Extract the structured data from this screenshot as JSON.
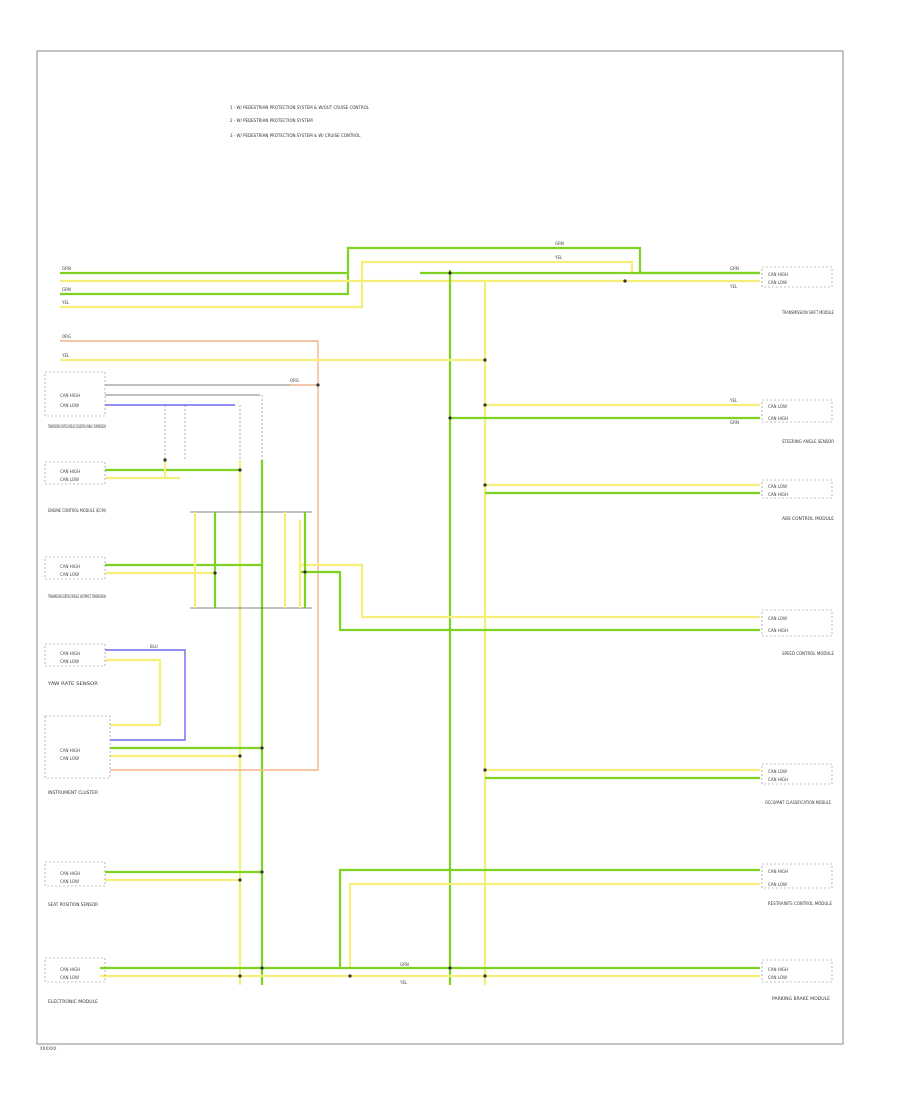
{
  "title": "",
  "notes": [
    "1 - W/ PEDESTRIAN PROTECTION SYSTEM & W/OUT CRUISE CONTROL",
    "2 - W/ PEDESTRIAN PROTECTION SYSTEM",
    "3 - W/ PEDESTRIAN PROTECTION SYSTEM & W/ CRUISE CONTROL"
  ],
  "components_left": [
    "TRANSMISSION CONTROL MODULE (SEQUENTIAL MANUAL TRANSMISSION)",
    "ENGINE CONTROL MODULE (ECM)",
    "TRANSMISSION CONTROL MODULE (AUTOMATIC TRANSMISSION)",
    "YAW RATE SENSOR",
    "INSTRUMENT CLUSTER",
    "SEAT POSITION SENSOR",
    "ELECTRONIC MODULE"
  ],
  "components_right": [
    "TRANSMISSION SHIFT MODULE",
    "STEERING ANGLE SENSOR",
    "ABS CONTROL MODULE",
    "SPEED CONTROL MODULE",
    "OCCUPANT CLASSIFICATION MODULE",
    "RESTRAINTS CONTROL MODULE",
    "PARKING BRAKE MODULE"
  ],
  "pins": [
    "CAN HIGH",
    "CAN LOW",
    "CAN HIGH",
    "CAN LOW",
    "CAN HIGH",
    "CAN LOW"
  ],
  "wire_colors": [
    "GRN",
    "YEL",
    "ORG",
    "BLU"
  ],
  "footer": "XXXXXX",
  "colors": {
    "can_high": "#7ed321",
    "can_low": "#f5ef7a",
    "orange": "#f4b48c",
    "blue": "#6a6af0",
    "frame": "#888888"
  }
}
